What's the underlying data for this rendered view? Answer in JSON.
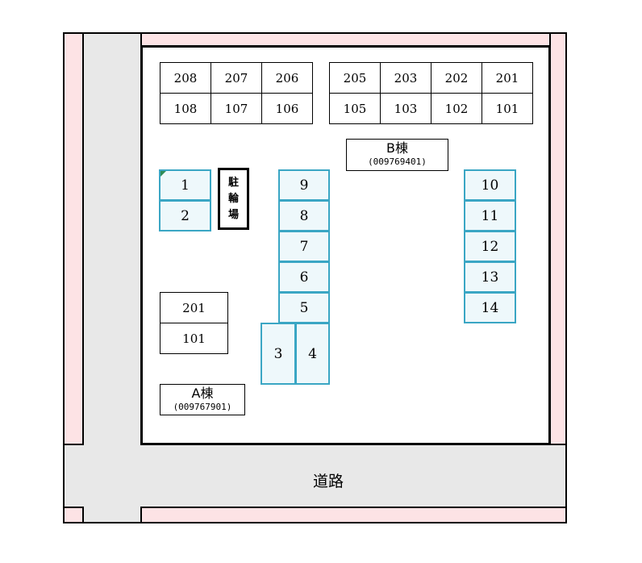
{
  "building_b": {
    "name": "B棟",
    "code": "(009769401)",
    "block_left": {
      "top_row": [
        "208",
        "207",
        "206"
      ],
      "bottom_row": [
        "108",
        "107",
        "106"
      ]
    },
    "block_right": {
      "top_row": [
        "205",
        "203",
        "202",
        "201"
      ],
      "bottom_row": [
        "105",
        "103",
        "102",
        "101"
      ]
    }
  },
  "building_a": {
    "name": "A棟",
    "code": "(009767901)",
    "units": [
      "201",
      "101"
    ]
  },
  "bicycle_parking": {
    "chars": [
      "駐",
      "輪",
      "場"
    ]
  },
  "parking_spots": [
    "1",
    "2",
    "3",
    "4",
    "5",
    "6",
    "7",
    "8",
    "9",
    "10",
    "11",
    "12",
    "13",
    "14"
  ],
  "road": {
    "label": "道路"
  },
  "colors": {
    "boundary": "#fde3e5",
    "road": "#e8e8e8",
    "spot_border": "#3aa6c4",
    "spot_fill": "#eef8fb"
  }
}
